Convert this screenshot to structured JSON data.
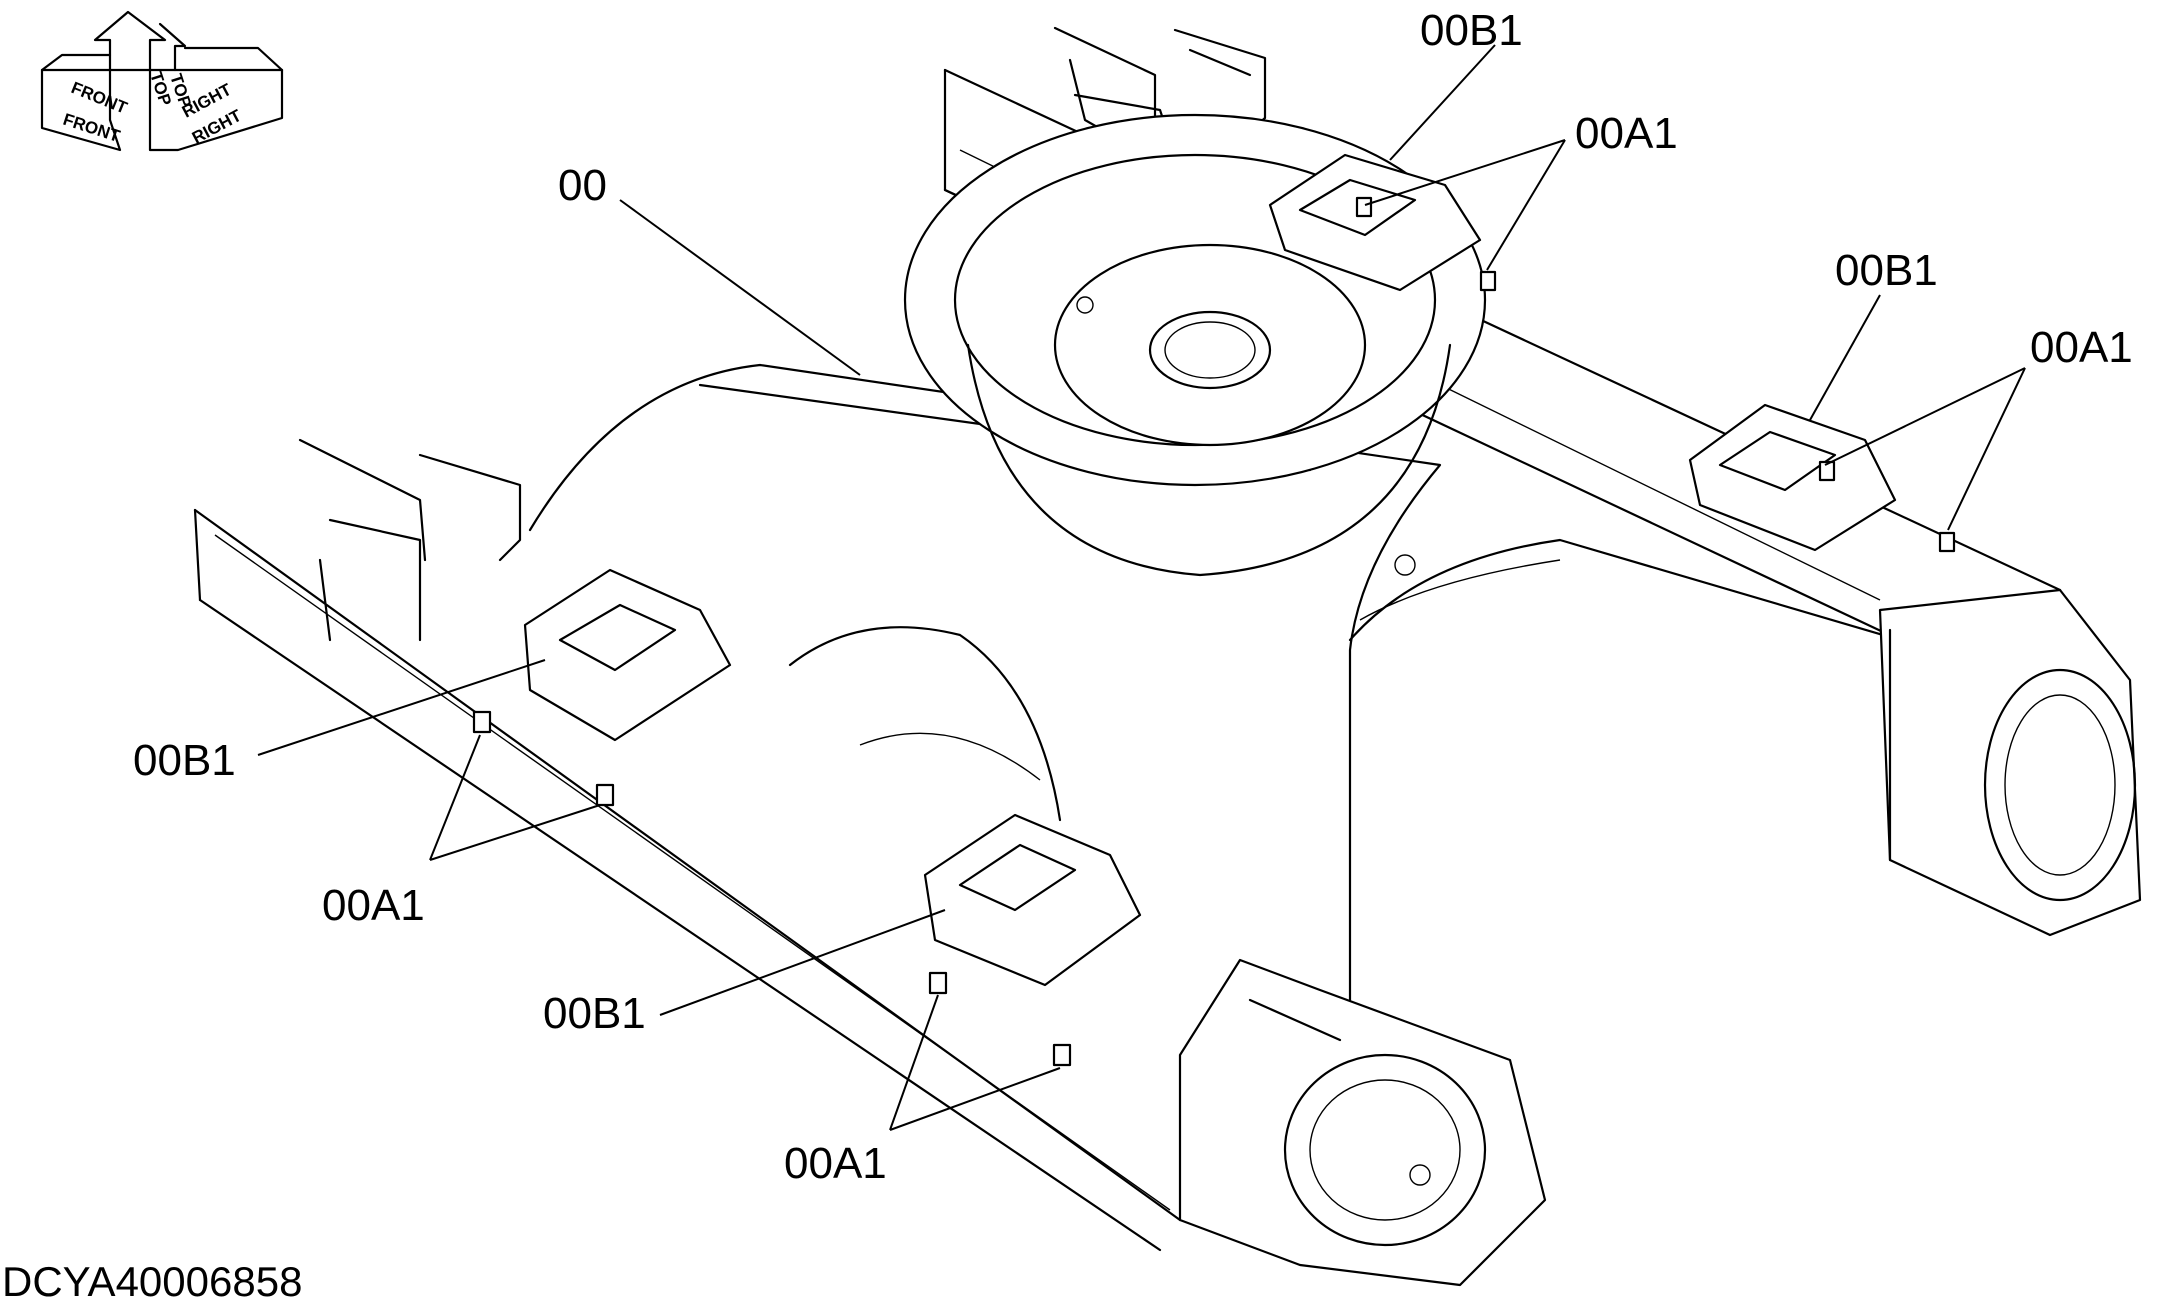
{
  "drawing": {
    "document_id": "DCYA40006858",
    "orientation_labels": {
      "front": "FRONT",
      "top": "TOP",
      "right": "RIGHT"
    },
    "callouts": {
      "main": "00",
      "b1_top": "00B1",
      "a1_top": "00A1",
      "b1_right": "00B1",
      "a1_right": "00A1",
      "b1_left": "00B1",
      "a1_left": "00A1",
      "b1_mid": "00B1",
      "a1_bottom": "00A1"
    }
  }
}
